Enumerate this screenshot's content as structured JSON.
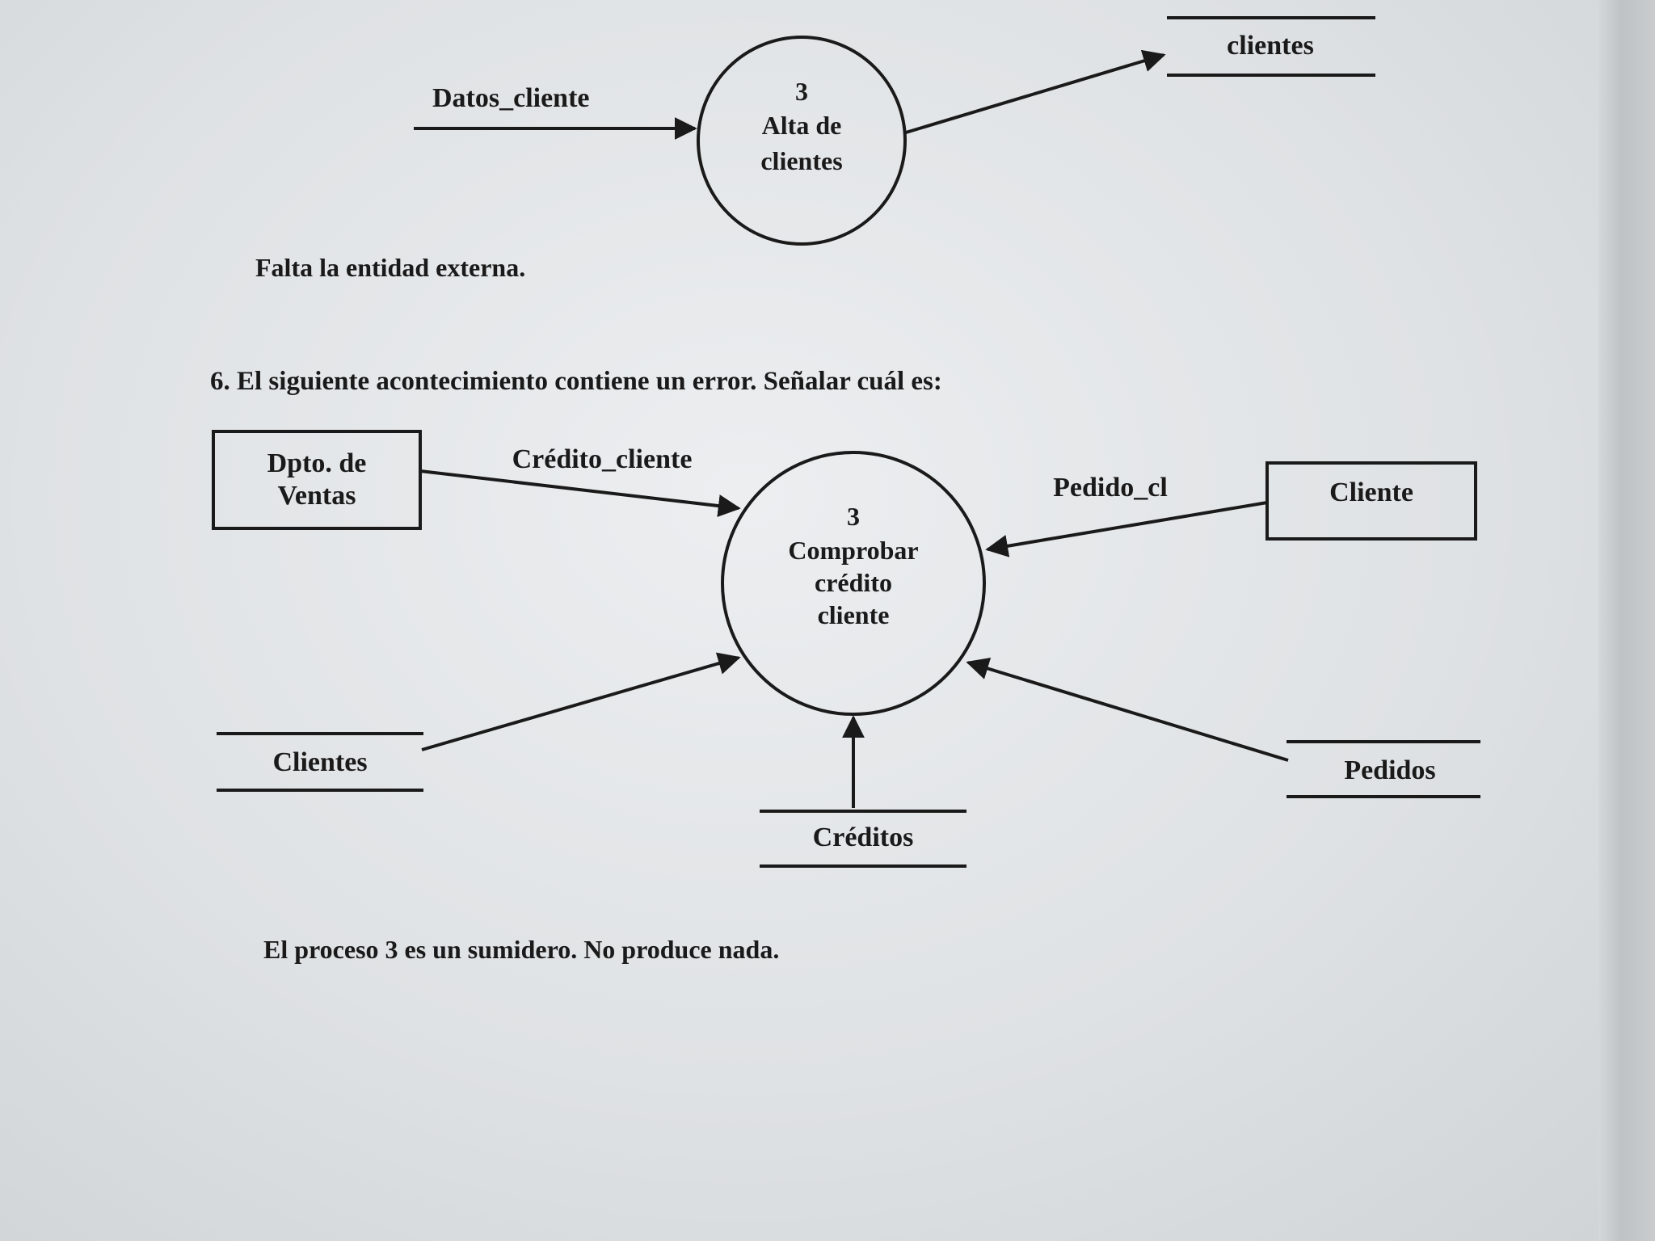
{
  "section5": {
    "flow_in_label": "Datos_cliente",
    "process": {
      "number": "3",
      "line1": "Alta de",
      "line2": "clientes"
    },
    "store_label": "clientes",
    "answer": "Falta la entidad externa."
  },
  "section6": {
    "question": "6.   El siguiente acontecimiento contiene un error. Señalar cuál es:",
    "entity_left": {
      "line1": "Dpto. de",
      "line2": "Ventas"
    },
    "entity_right": "Cliente",
    "flow_top_left": "Crédito_cliente",
    "flow_top_right": "Pedido_cl",
    "process": {
      "number": "3",
      "line1": "Comprobar",
      "line2": "crédito",
      "line3": "cliente"
    },
    "store_left": "Clientes",
    "store_bottom": "Créditos",
    "store_right": "Pedidos",
    "answer": "El proceso 3 es un sumidero. No produce nada."
  }
}
